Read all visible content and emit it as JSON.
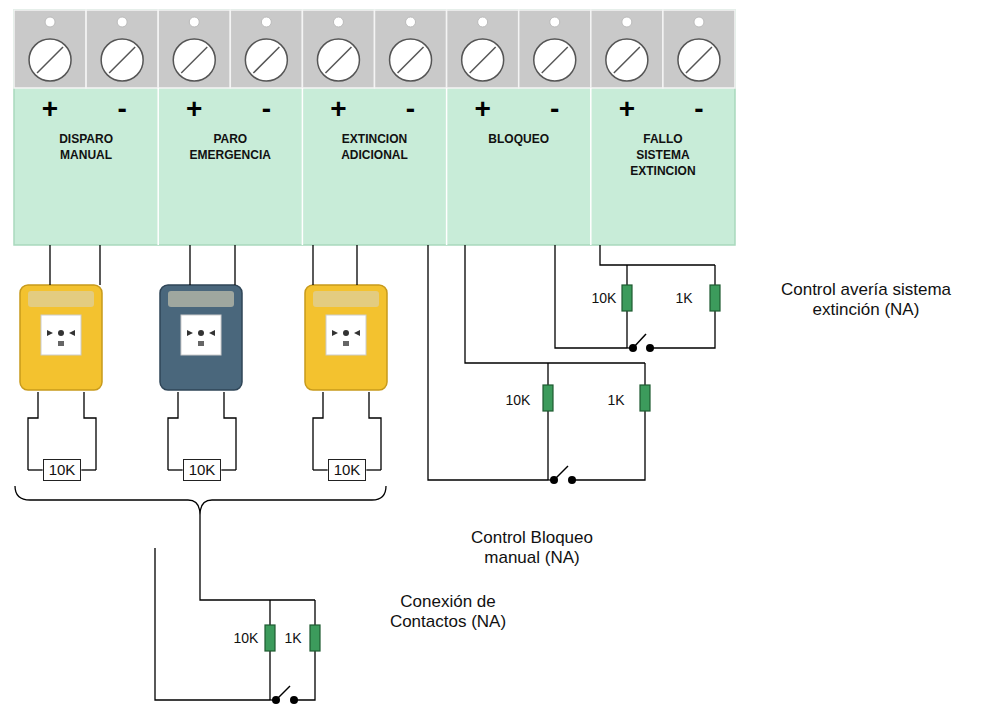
{
  "diagram": {
    "nodes": [
      {
        "text": [
          "+",
          "-",
          "DISPARO MANUAL"
        ]
      },
      {
        "text": [
          "+",
          "-",
          "PARO EMERGENCIA"
        ]
      },
      {
        "text": [
          "+",
          "-",
          "EXTINCION ADICIONAL"
        ]
      },
      {
        "text": [
          "+",
          "-",
          "BLOQUEO"
        ]
      },
      {
        "text": [
          "+",
          "-",
          "FALLO SISTEMA EXTINCION"
        ]
      },
      {
        "text": [
          "10K"
        ]
      },
      {
        "text": [
          "10K"
        ]
      },
      {
        "text": [
          "10K"
        ]
      }
    ],
    "labels": [
      "10K",
      "1K",
      "Control avería sistema extinción (NA)",
      "10K",
      "1K",
      "Control Bloqueo manual (NA)",
      "10K",
      "1K",
      "Conexión de Contactos (NA)"
    ]
  }
}
